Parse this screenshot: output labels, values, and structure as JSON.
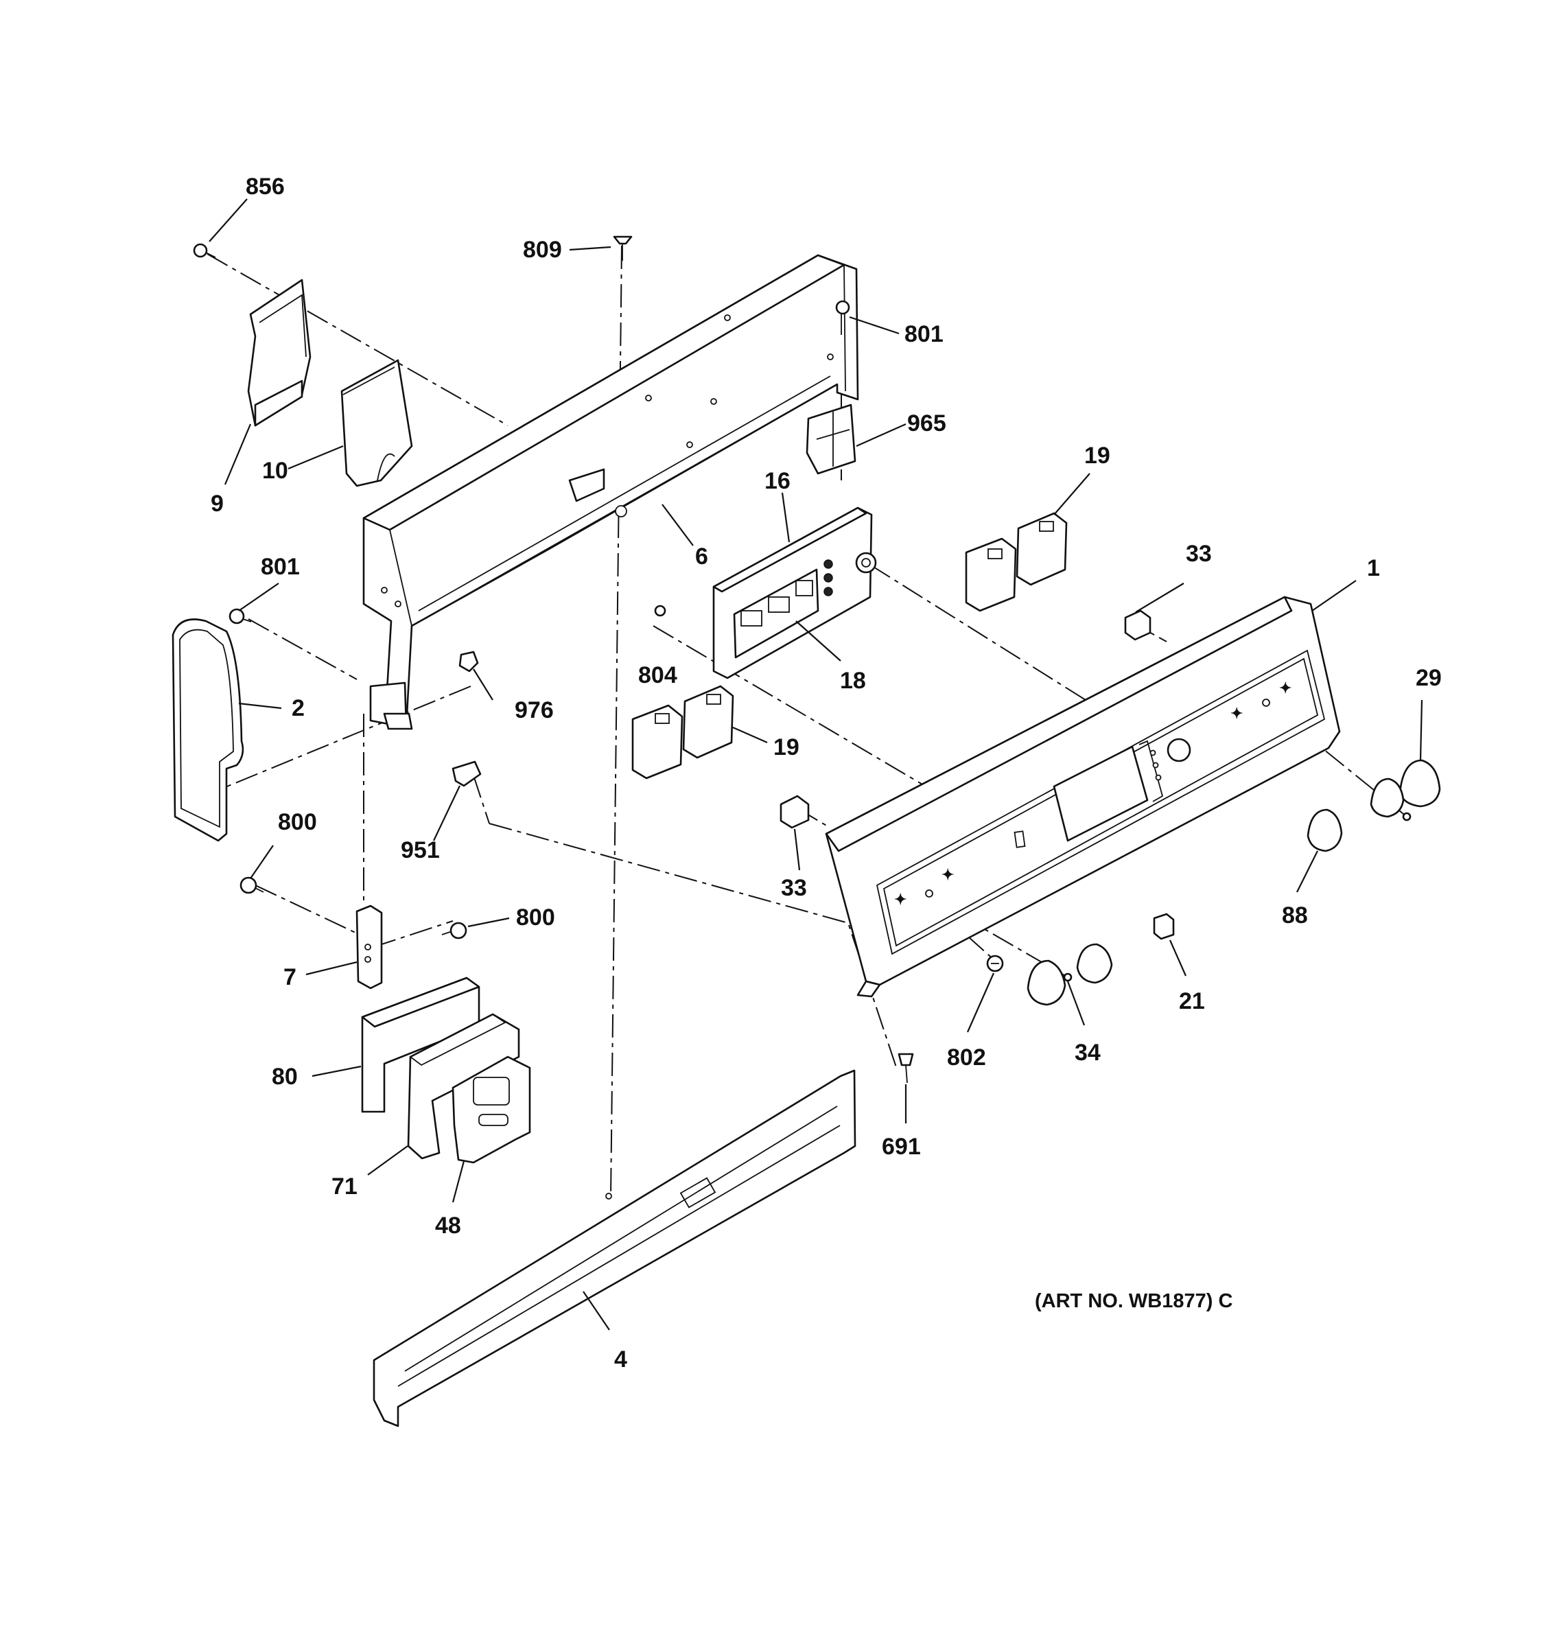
{
  "art_number": "(ART NO. WB1877) C",
  "callouts": {
    "c856": "856",
    "c809": "809",
    "c801a": "801",
    "c965": "965",
    "c9": "9",
    "c10": "10",
    "c16": "16",
    "c19a": "19",
    "c6": "6",
    "c33a": "33",
    "c1": "1",
    "c801b": "801",
    "c804": "804",
    "c18": "18",
    "c2": "2",
    "c976": "976",
    "c29": "29",
    "c19b": "19",
    "c800a": "800",
    "c951": "951",
    "c33b": "33",
    "c88": "88",
    "c800b": "800",
    "c7": "7",
    "c21": "21",
    "c802": "802",
    "c34": "34",
    "c80": "80",
    "c691": "691",
    "c71": "71",
    "c48": "48",
    "c4": "4"
  }
}
